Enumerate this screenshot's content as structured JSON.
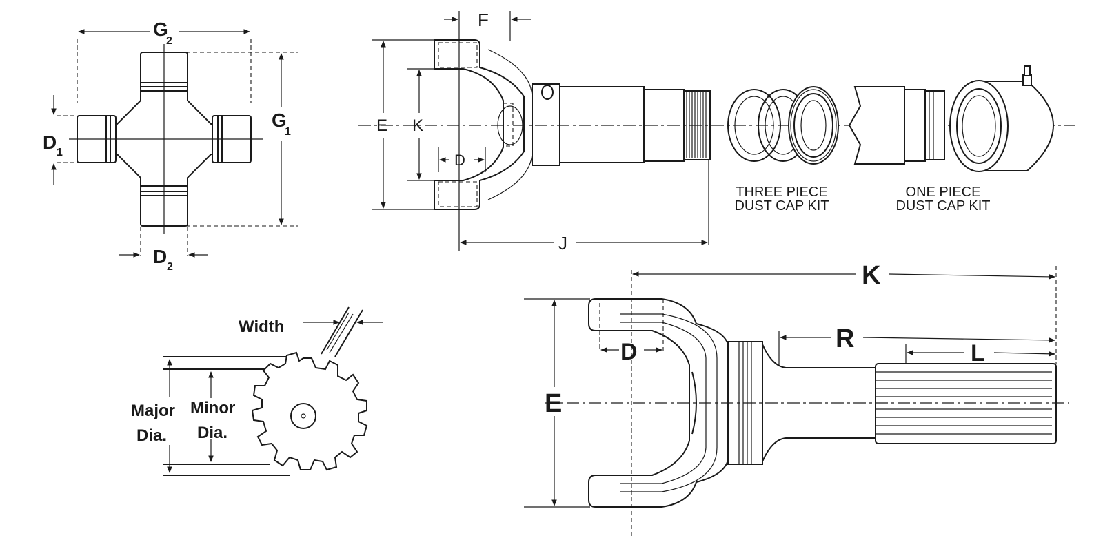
{
  "ujoint": {
    "g2": "G",
    "g2_sub": "2",
    "g1": "G",
    "g1_sub": "1",
    "d1": "D",
    "d1_sub": "1",
    "d2": "D",
    "d2_sub": "2"
  },
  "yoke_top": {
    "f": "F",
    "e": "E",
    "k": "K",
    "d": "D",
    "j": "J"
  },
  "dust_caps": {
    "three_line1": "THREE PIECE",
    "three_line2": "DUST CAP KIT",
    "one_line1": "ONE PIECE",
    "one_line2": "DUST CAP KIT"
  },
  "spline": {
    "width": "Width",
    "major1": "Major",
    "major2": "Dia.",
    "minor1": "Minor",
    "minor2": "Dia."
  },
  "yoke_bottom": {
    "k": "K",
    "r": "R",
    "l": "L",
    "d": "D",
    "e": "E"
  }
}
